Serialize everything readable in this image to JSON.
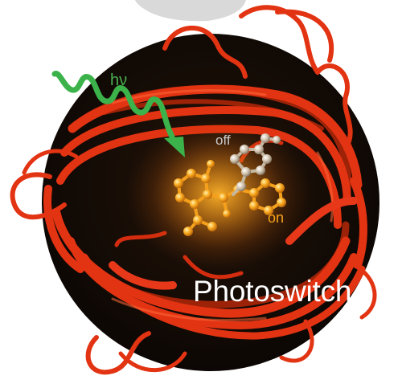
{
  "labels": {
    "light": "hν",
    "off_state": "off",
    "on_state": "on",
    "title": "Photoswitch"
  },
  "colors": {
    "background": "#ffffff",
    "disc": "#140c07",
    "protein_ribbon": "#e23312",
    "light_wave": "#3bb34a",
    "light_label": "#49b04f",
    "on_chromophore": "#f7a51c",
    "on_glow": "#ffa21e",
    "off_chromophore": "#c6b7a0",
    "off_label": "#c9c9c9",
    "on_label": "#f6a31b",
    "title_text": "#ffffff",
    "gray_cap": "#d9d9d9"
  },
  "figure": {
    "subject": "protein-cage",
    "light": "wavy-arrow-icon",
    "states": [
      "off",
      "on"
    ]
  }
}
